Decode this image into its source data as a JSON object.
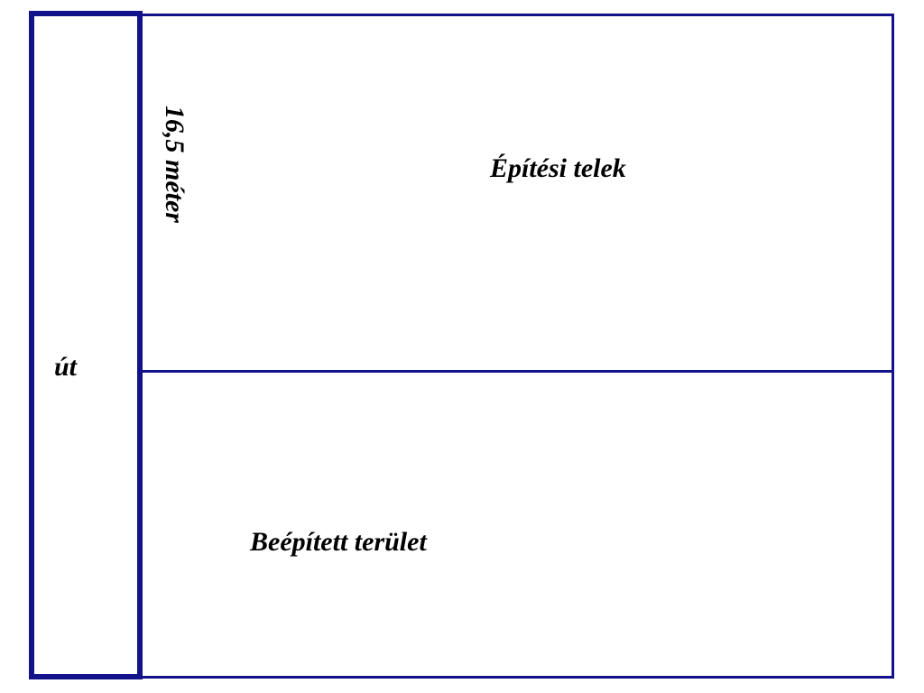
{
  "diagram": {
    "road_label": "út",
    "plot_label": "Építési telek",
    "built_area_label": "Beépített terület",
    "width_label": "16,5 méter"
  },
  "colors": {
    "outline": "#12128a",
    "text": "#000000",
    "background": "#ffffff"
  }
}
